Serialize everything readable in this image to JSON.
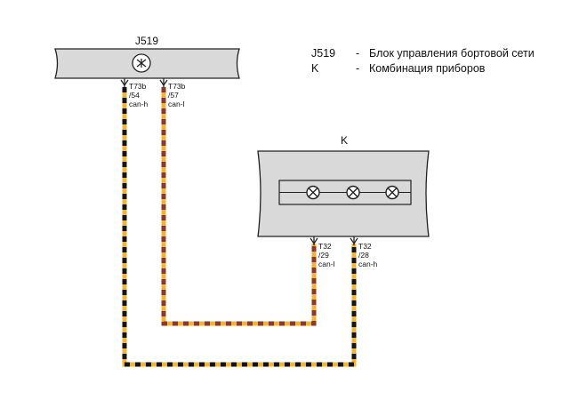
{
  "components": {
    "j519": {
      "name": "J519"
    },
    "k": {
      "name": "K"
    }
  },
  "legend": [
    {
      "code": "J519",
      "dash": "-",
      "description": "Блок управления бортовой сети"
    },
    {
      "code": "K",
      "dash": "-",
      "description": "Комбинация приборов"
    }
  ],
  "pins": {
    "j519_54": {
      "connector": "T73b",
      "pin": "/54",
      "signal": "can-h"
    },
    "j519_57": {
      "connector": "T73b",
      "pin": "/57",
      "signal": "can-l"
    },
    "k_29": {
      "connector": "T32",
      "pin": "/29",
      "signal": "can-l"
    },
    "k_28": {
      "connector": "T32",
      "pin": "/28",
      "signal": "can-h"
    }
  },
  "colors": {
    "can_h_base": "#f0b43c",
    "can_h_stripe": "#141414",
    "can_l_base": "#f0b43c",
    "can_l_stripe": "#8a3a2a",
    "box_fill": "#d9d9d9",
    "box_stroke": "#222222"
  },
  "icons": {
    "j519": "control-unit-symbol",
    "k": [
      "indicator-lamp-icon",
      "indicator-lamp-icon",
      "indicator-lamp-icon"
    ]
  }
}
